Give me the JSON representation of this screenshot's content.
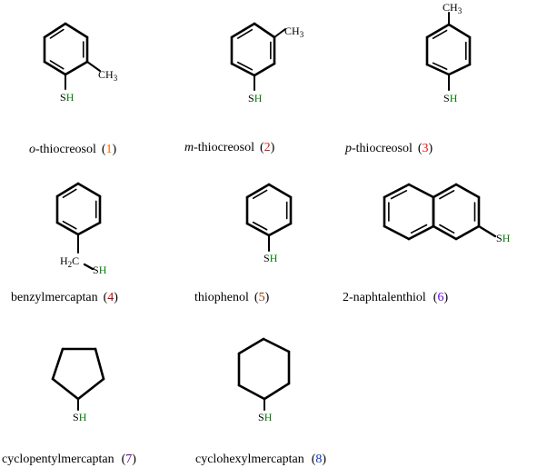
{
  "compounds": [
    {
      "prefix": "o",
      "name": "-thiocreosol",
      "number": "1",
      "number_color": "#ff6600"
    },
    {
      "prefix": "m",
      "name": "-thiocreosol",
      "number": "2",
      "number_color": "#e01b1b"
    },
    {
      "prefix": "p",
      "name": "-thiocreosol",
      "number": "3",
      "number_color": "#ff0000"
    },
    {
      "prefix": "",
      "name": "benzylmercaptan",
      "number": "4",
      "number_color": "#cc0000"
    },
    {
      "prefix": "",
      "name": "thiophenol",
      "number": "5",
      "number_color": "#993300"
    },
    {
      "prefix": "",
      "name": "2-naphtalenthiol",
      "number": "6",
      "number_color": "#6600ff"
    },
    {
      "prefix": "",
      "name": "cyclopentylmercaptan",
      "number": "7",
      "number_color": "#660099"
    },
    {
      "prefix": "",
      "name": "cyclohexylmercaptan",
      "number": "8",
      "number_color": "#0033cc"
    }
  ],
  "atoms": {
    "S": "S",
    "H": "H",
    "C": "C",
    "H3": "3",
    "H2": "2"
  },
  "colors": {
    "hydrogen": "#008000",
    "bond": "#000000"
  }
}
